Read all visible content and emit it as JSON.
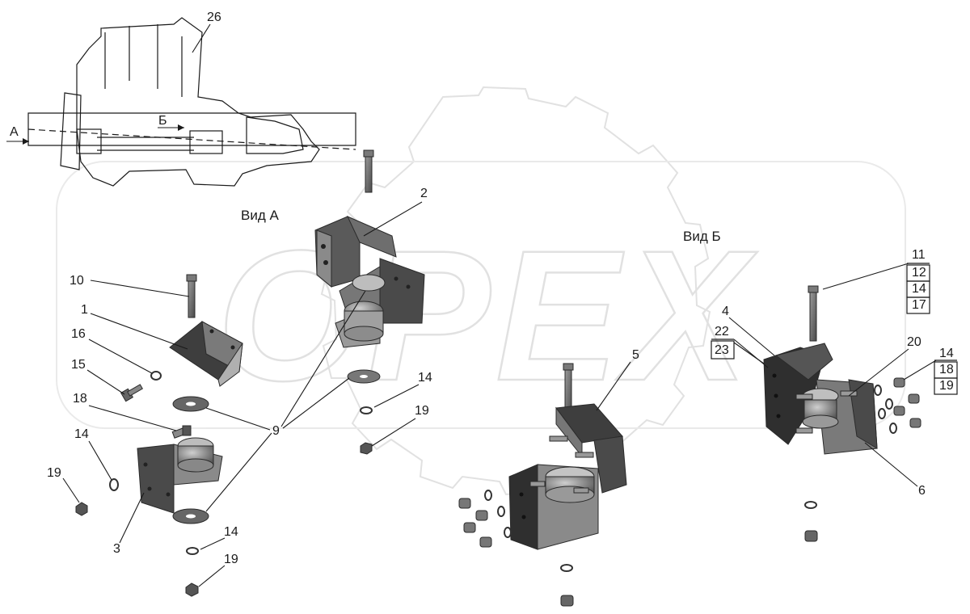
{
  "watermark": {
    "text": "OPEX",
    "gear_color": "#c9c9c9"
  },
  "views": {
    "view_a": "Вид А",
    "view_b": "Вид Б",
    "arrow_a": "А",
    "arrow_b": "Б"
  },
  "labels": {
    "p26": "26",
    "p2": "2",
    "p10": "10",
    "p1": "1",
    "p16": "16",
    "p15": "15",
    "p18": "18",
    "p14_a": "14",
    "p19_a": "19",
    "p3": "3",
    "p14_b": "14",
    "p19_b": "19",
    "p9": "9",
    "p14_c": "14",
    "p19_c": "19",
    "p5": "5",
    "p4": "4",
    "p22": "22",
    "p23": "23",
    "p11": "11",
    "p12": "12",
    "p14_d": "14",
    "p17": "17",
    "p20": "20",
    "p14_e": "14",
    "p18_b": "18",
    "p19_d": "19",
    "p6": "6"
  },
  "colors": {
    "metal_dark": "#3a3a3a",
    "metal_mid": "#6e6e6e",
    "metal_light": "#a9a9a9",
    "line": "#1a1a1a"
  }
}
